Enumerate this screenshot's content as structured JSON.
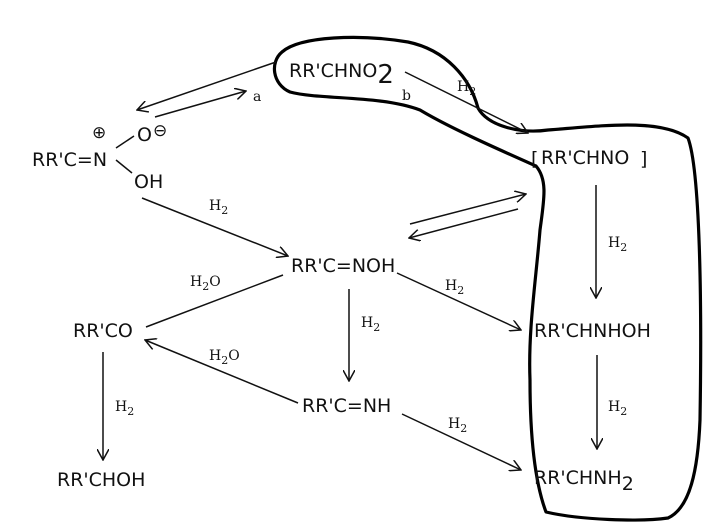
{
  "compounds": {
    "nitro": {
      "main": "RR'CHNO",
      "sub": "2"
    },
    "nitronic_acid": {
      "left": "RR'C=N",
      "o_minus": "O",
      "oh": "OH",
      "plus": "⊕",
      "minus": "⊖"
    },
    "nitroso": {
      "text": "RR'CHNO",
      "bracket_open": "[",
      "bracket_close": "]"
    },
    "oxime": {
      "text": "RR'C=NOH"
    },
    "hydroxylamine": {
      "text": "RR'CHNHOH"
    },
    "ketone": {
      "text": "RR'CO"
    },
    "imine": {
      "text": "RR'C=NH"
    },
    "alcohol": {
      "text": "RR'CHOH"
    },
    "amine": {
      "main": "RR'CHNH",
      "sub": "2"
    }
  },
  "labels": {
    "path_a": "a",
    "path_b": "b",
    "h2": {
      "main": "H",
      "sub": "2"
    },
    "h2o": {
      "main": "H",
      "sub": "2",
      "tail": "O"
    }
  },
  "colors": {
    "ink": "#111111",
    "outline": "#000000",
    "background": "#ffffff"
  }
}
